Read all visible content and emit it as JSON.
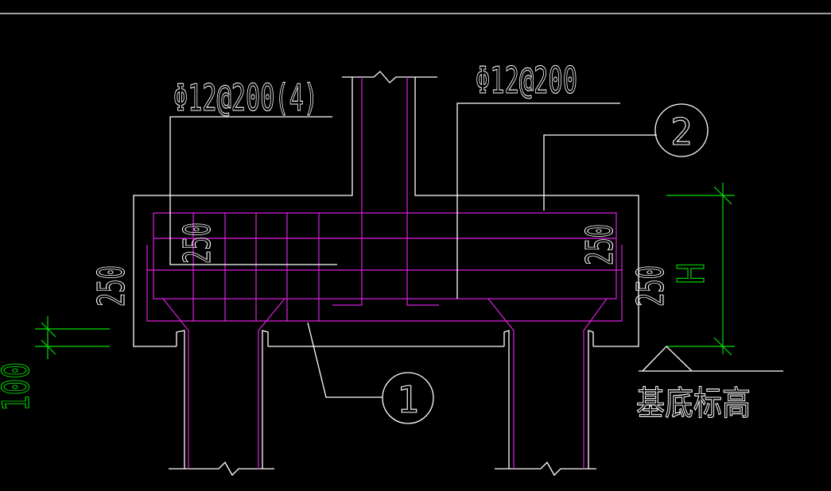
{
  "colors": {
    "background": "#000000",
    "outline": "#ffffff",
    "rebar": "#e020e0",
    "dimension": "#00e000"
  },
  "labels": {
    "rebar_left": "Φ12@200(4)",
    "rebar_right": "Φ12@200",
    "callout_1": "1",
    "callout_2": "2",
    "dim_250_outer_left": "250",
    "dim_250_inner_left": "250",
    "dim_250_inner_right": "250",
    "dim_250_outer_right": "250",
    "dim_h": "H",
    "dim_100": "100",
    "base_elevation": "基底标高"
  }
}
